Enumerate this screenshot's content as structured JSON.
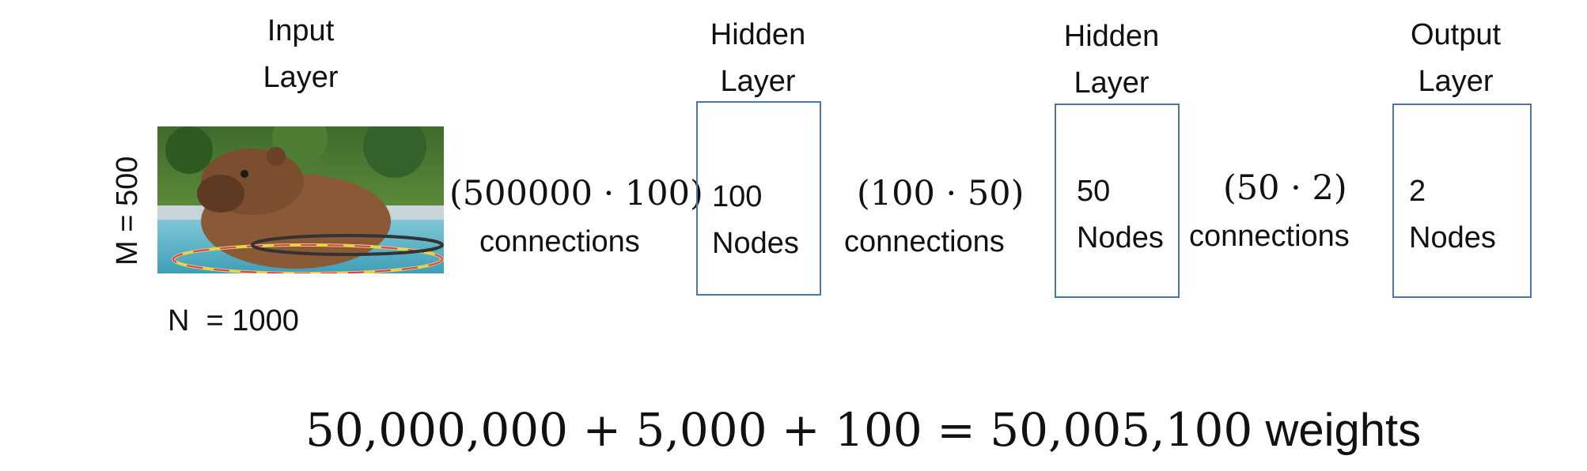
{
  "layers": {
    "input": {
      "title_line1": "Input",
      "title_line2": "Layer"
    },
    "hidden1": {
      "title_line1": "Hidden",
      "title_line2": "Layer",
      "count": "100",
      "unit": "Nodes"
    },
    "hidden2": {
      "title_line1": "Hidden",
      "title_line2": "Layer",
      "count": "50",
      "unit": "Nodes"
    },
    "output": {
      "title_line1": "Output",
      "title_line2": "Layer",
      "count": "2",
      "unit": "Nodes"
    }
  },
  "dimensions": {
    "m_label": "M = 500",
    "n_label": "N  = 1000"
  },
  "connections": [
    {
      "formula": "(500000 · 100)",
      "label": "connections"
    },
    {
      "formula": "(100 · 50)",
      "label": "connections"
    },
    {
      "formula": "(50 · 2)",
      "label": "connections"
    }
  ],
  "total": {
    "equation": "50,000,000 + 5,000 + 100 = 50,005,100",
    "unit": "weights"
  },
  "colors": {
    "box_border": "#4a76a8"
  },
  "image": {
    "subject": "capybara-photo"
  }
}
